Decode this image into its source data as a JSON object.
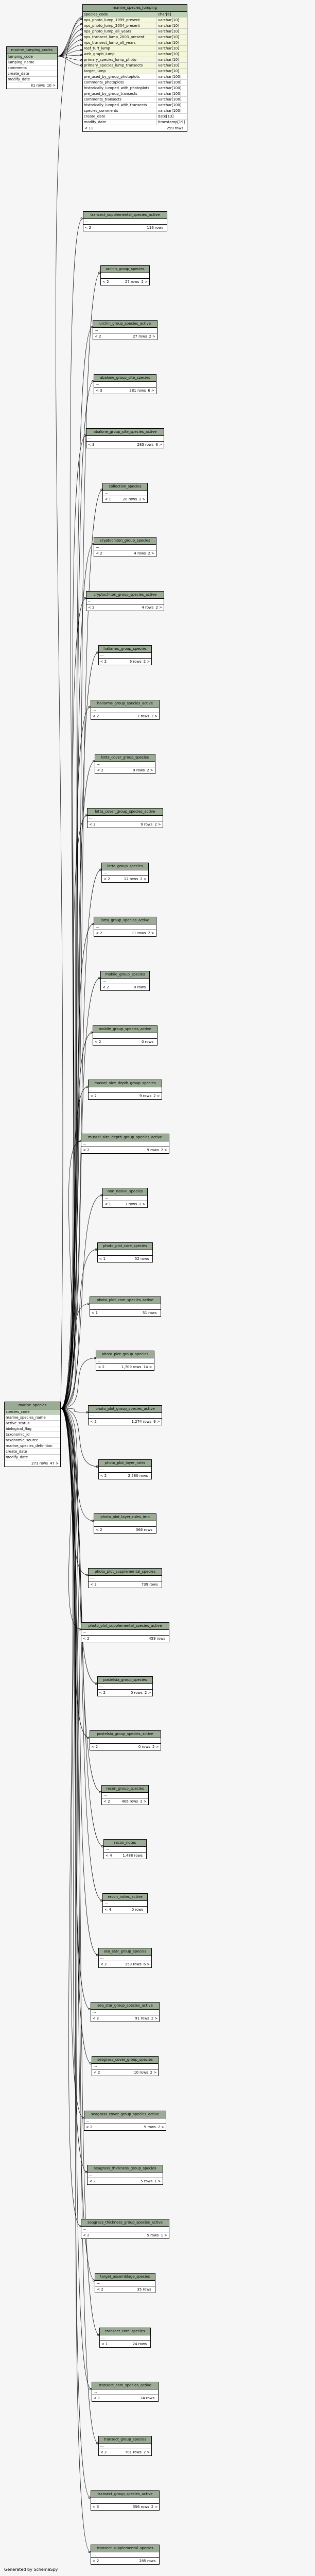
{
  "footer": {
    "generated_by": "Generated by SchemaSpy"
  },
  "main_table": {
    "name": "marine_species_lumping",
    "columns": [
      {
        "name": "species_code",
        "type": "char[6]",
        "role": "key"
      },
      {
        "name": "nps_photo_lump_1999_present",
        "type": "varchar[10]",
        "role": "fk"
      },
      {
        "name": "nps_photo_lump_2004_present",
        "type": "varchar[10]",
        "role": "fk"
      },
      {
        "name": "nps_photo_lump_all_years",
        "type": "varchar[10]",
        "role": "fk"
      },
      {
        "name": "nps_transect_lump_2003_present",
        "type": "varchar[10]",
        "role": "fk"
      },
      {
        "name": "nps_transect_lump_all_years",
        "type": "varchar[10]",
        "role": "fk"
      },
      {
        "name": "reef_turf_lump",
        "type": "varchar[10]",
        "role": "fk"
      },
      {
        "name": "web_graph_lump",
        "type": "varchar[10]",
        "role": "fk"
      },
      {
        "name": "primary_species_lump_photo",
        "type": "varchar[10]",
        "role": "fk"
      },
      {
        "name": "primary_species_lump_transects",
        "type": "varchar[10]",
        "role": "fk"
      },
      {
        "name": "target_lump",
        "type": "varchar[10]",
        "role": "fk"
      },
      {
        "name": "pre_used_by_group_photoplots",
        "type": "varchar[100]",
        "role": ""
      },
      {
        "name": "comments_photoplots",
        "type": "varchar[100]",
        "role": ""
      },
      {
        "name": "historically_lumped_with_photoplots",
        "type": "varchar[100]",
        "role": ""
      },
      {
        "name": "pre_used_by_group_transects",
        "type": "varchar[100]",
        "role": ""
      },
      {
        "name": "comments_transects",
        "type": "varchar[100]",
        "role": ""
      },
      {
        "name": "historically_lumped_with_transects",
        "type": "varchar[100]",
        "role": ""
      },
      {
        "name": "species_comments",
        "type": "varchar[100]",
        "role": ""
      },
      {
        "name": "create_date",
        "type": "date[13]",
        "role": ""
      },
      {
        "name": "modify_date",
        "type": "timestamp[19]",
        "role": ""
      }
    ],
    "footer_left": "< 11",
    "footer_rows": "259 rows",
    "footer_right": ""
  },
  "lumping_codes": {
    "name": "marine_lumping_codes",
    "columns": [
      {
        "name": "lumping_code",
        "role": "key"
      },
      {
        "name": "lumping_name",
        "role": ""
      },
      {
        "name": "comments",
        "role": ""
      },
      {
        "name": "create_date",
        "role": ""
      },
      {
        "name": "modify_date",
        "role": ""
      }
    ],
    "footer_left": "",
    "footer_rows": "81 rows",
    "footer_right": "10 >"
  },
  "species": {
    "name": "marine_species",
    "columns": [
      {
        "name": "species_code",
        "role": "key"
      },
      {
        "name": "marine_species_name",
        "role": ""
      },
      {
        "name": "active_status",
        "role": ""
      },
      {
        "name": "biological_flag",
        "role": ""
      },
      {
        "name": "taxonomic_id",
        "role": ""
      },
      {
        "name": "taxonomic_source",
        "role": ""
      },
      {
        "name": "marine_species_definition",
        "role": ""
      },
      {
        "name": "create_date",
        "role": ""
      },
      {
        "name": "modify_date",
        "role": ""
      }
    ],
    "footer_left": "",
    "footer_rows": "273 rows",
    "footer_right": "47 >"
  },
  "children": [
    {
      "name": "transect_supplemental_species_active",
      "left": "< 2",
      "rows": "116 rows",
      "right": ""
    },
    {
      "name": "urchin_group_species",
      "left": "< 2",
      "rows": "27 rows",
      "right": "2 >"
    },
    {
      "name": "urchin_group_species_active",
      "left": "< 2",
      "rows": "27 rows",
      "right": "2 >"
    },
    {
      "name": "abalone_group_site_species",
      "left": "< 3",
      "rows": "281 rows",
      "right": "6 >"
    },
    {
      "name": "abalone_group_site_species_active",
      "left": "< 3",
      "rows": "283 rows",
      "right": "6 >"
    },
    {
      "name": "collection_species",
      "left": "< 1",
      "rows": "20 rows",
      "right": "2 >"
    },
    {
      "name": "cryptochiton_group_species",
      "left": "< 2",
      "rows": "4 rows",
      "right": "2 >"
    },
    {
      "name": "cryptochiton_group_species_active",
      "left": "< 2",
      "rows": "4 rows",
      "right": "2 >"
    },
    {
      "name": "haliarms_group_species",
      "left": "< 2",
      "rows": "6 rows",
      "right": "2 >"
    },
    {
      "name": "haliarms_group_species_active",
      "left": "< 2",
      "rows": "7 rows",
      "right": "2 >"
    },
    {
      "name": "lotta_cover_group_species",
      "left": "< 2",
      "rows": "9 rows",
      "right": "2 >"
    },
    {
      "name": "lotta_cover_group_species_active",
      "left": "< 2",
      "rows": "9 rows",
      "right": "2 >"
    },
    {
      "name": "lotta_group_species",
      "left": "< 2",
      "rows": "12 rows",
      "right": "2 >"
    },
    {
      "name": "lotta_group_species_active",
      "left": "< 2",
      "rows": "11 rows",
      "right": "2 >"
    },
    {
      "name": "mobile_group_species",
      "left": "< 2",
      "rows": "0 rows",
      "right": ""
    },
    {
      "name": "mobile_group_species_active",
      "left": "< 2",
      "rows": "0 rows",
      "right": ""
    },
    {
      "name": "mussel_size_depth_group_species",
      "left": "< 2",
      "rows": "9 rows",
      "right": "2 >"
    },
    {
      "name": "mussel_size_depth_group_species_active",
      "left": "< 2",
      "rows": "9 rows",
      "right": "2 >"
    },
    {
      "name": "non_native_species",
      "left": "< 1",
      "rows": "7 rows",
      "right": "2 >"
    },
    {
      "name": "photo_plot_core_species",
      "left": "< 1",
      "rows": "52 rows",
      "right": ""
    },
    {
      "name": "photo_plot_core_species_active",
      "left": "< 1",
      "rows": "51 rows",
      "right": ""
    },
    {
      "name": "photo_plot_group_species",
      "left": "< 2",
      "rows": "1,709 rows",
      "right": "14 >"
    },
    {
      "name": "photo_plot_group_species_active",
      "left": "< 2",
      "rows": "1,274 rows",
      "right": "9 >"
    },
    {
      "name": "photo_plot_layer_rules",
      "left": "< 2",
      "rows": "2,580 rows",
      "right": ""
    },
    {
      "name": "photo_plot_layer_rules_imp",
      "left": "< 2",
      "rows": "366 rows",
      "right": ""
    },
    {
      "name": "photo_plot_supplemental_species",
      "left": "< 2",
      "rows": "739 rows",
      "right": ""
    },
    {
      "name": "photo_plot_supplemental_species_active",
      "left": "< 2",
      "rows": "459 rows",
      "right": ""
    },
    {
      "name": "postelsia_group_species",
      "left": "< 2",
      "rows": "0 rows",
      "right": "2 >"
    },
    {
      "name": "postelsia_group_species_active",
      "left": "< 2",
      "rows": "0 rows",
      "right": "2 >"
    },
    {
      "name": "recon_group_species",
      "left": "< 2",
      "rows": "406 rows",
      "right": "2 >"
    },
    {
      "name": "recon_notes",
      "left": "< 4",
      "rows": "1,488 rows",
      "right": ""
    },
    {
      "name": "recon_notes_active",
      "left": "< 4",
      "rows": "0 rows",
      "right": ""
    },
    {
      "name": "sea_star_group_species",
      "left": "< 2",
      "rows": "153 rows",
      "right": "6 >"
    },
    {
      "name": "sea_star_group_species_active",
      "left": "< 2",
      "rows": "91 rows",
      "right": "2 >"
    },
    {
      "name": "seagrass_cover_group_species",
      "left": "< 2",
      "rows": "10 rows",
      "right": "2 >"
    },
    {
      "name": "seagrass_cover_group_species_active",
      "left": "< 2",
      "rows": "9 rows",
      "right": "2 >"
    },
    {
      "name": "seagrass_thickness_group_species",
      "left": "< 2",
      "rows": "5 rows",
      "right": "1 >"
    },
    {
      "name": "seagrass_thickness_group_species_active",
      "left": "< 2",
      "rows": "5 rows",
      "right": "1 >"
    },
    {
      "name": "target_assemblage_species",
      "left": "< 2",
      "rows": "35 rows",
      "right": ""
    },
    {
      "name": "transect_core_species",
      "left": "< 1",
      "rows": "24 rows",
      "right": ""
    },
    {
      "name": "transect_core_species_active",
      "left": "< 1",
      "rows": "24 rows",
      "right": ""
    },
    {
      "name": "transect_group_species",
      "left": "< 2",
      "rows": "701 rows",
      "right": "2 >"
    },
    {
      "name": "transect_group_species_active",
      "left": "< 3",
      "rows": "356 rows",
      "right": "2 >"
    },
    {
      "name": "transect_supplemental_species",
      "left": "< 2",
      "rows": "285 rows",
      "right": ""
    }
  ]
}
